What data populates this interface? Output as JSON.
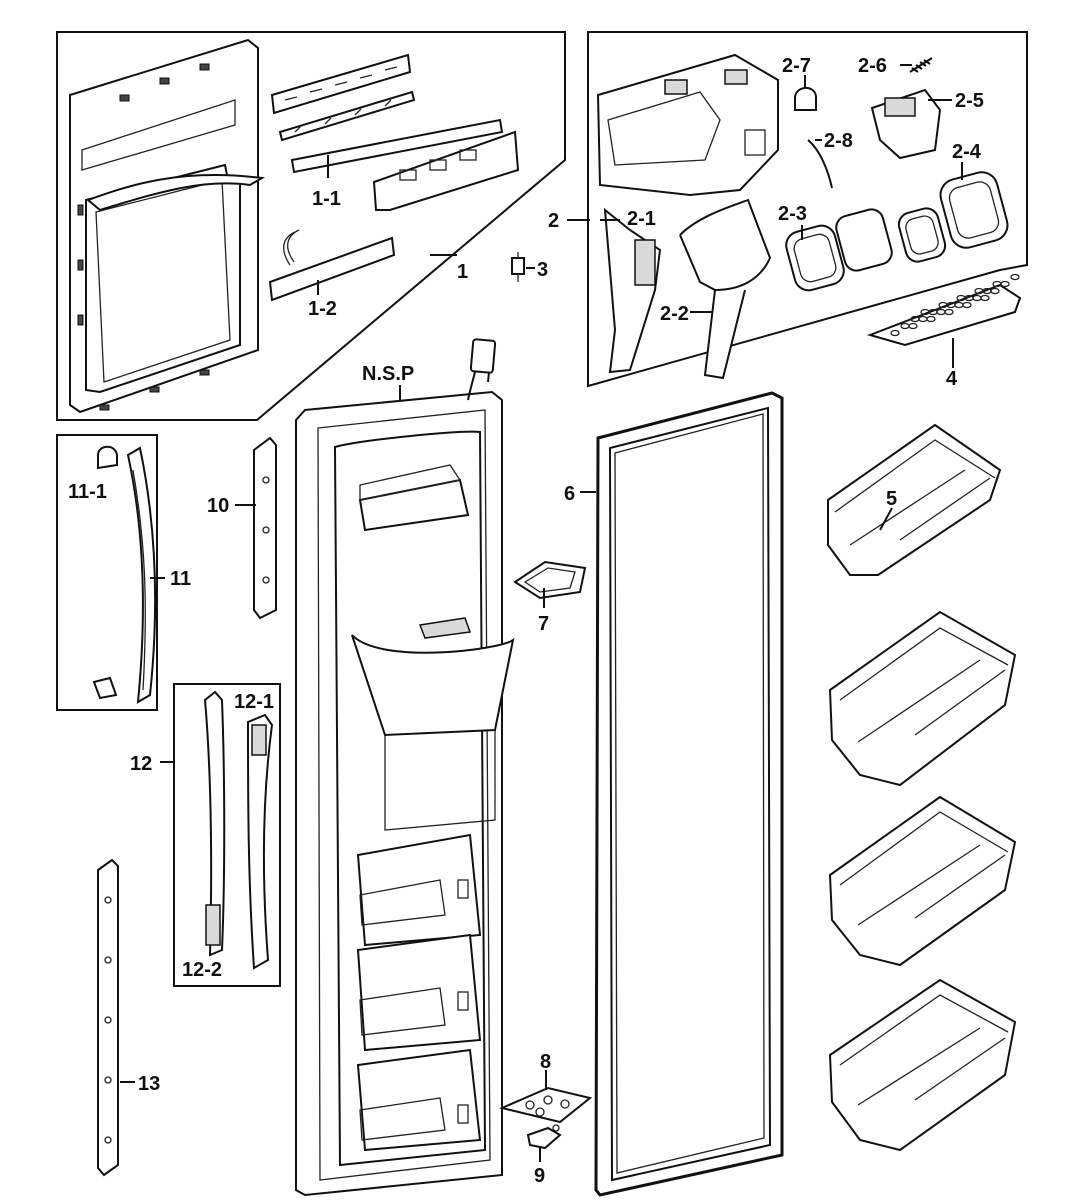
{
  "labels": {
    "l1": "1",
    "l1_1": "1-1",
    "l1_2": "1-2",
    "l2": "2",
    "l2_1": "2-1",
    "l2_2": "2-2",
    "l2_3": "2-3",
    "l2_4": "2-4",
    "l2_5": "2-5",
    "l2_6": "2-6",
    "l2_7": "2-7",
    "l2_8": "2-8",
    "l3": "3",
    "l4": "4",
    "l5": "5",
    "l6": "6",
    "l7": "7",
    "l8": "8",
    "l9": "9",
    "l10": "10",
    "l11": "11",
    "l11_1": "11-1",
    "l12": "12",
    "l12_1": "12-1",
    "l12_2": "12-2",
    "l13": "13",
    "nsp": "N.S.P"
  }
}
